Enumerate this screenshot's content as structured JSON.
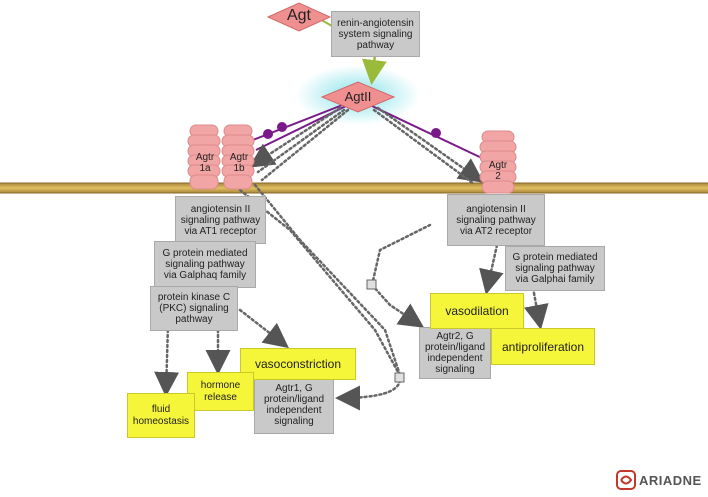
{
  "colors": {
    "membrane": "#c9a444",
    "receptor": "#f2a5a5",
    "ligand": "#f08f8f",
    "process_box": "#c9c9c9",
    "outcome_box": "#f5f53a",
    "binding": "#7a1a8a",
    "glow": "#7fe0e8"
  },
  "nodes": {
    "agt": "Agt",
    "agtii": "AgtII",
    "agtr1a": "Agtr\n1a",
    "agtr1b": "Agtr\n1b",
    "agtr2": "Agtr\n2"
  },
  "processes": {
    "ras": "renin-angiotensin system signaling pathway",
    "at1": "angiotensin II signaling pathway via AT1 receptor",
    "gq": "G protein mediated signaling pathway via Galphaq family",
    "pkc": "protein kinase C (PKC) signaling pathway",
    "agtr1_indep": "Agtr1, G protein/ligand independent signaling",
    "at2": "angiotensin II signaling pathway via AT2 receptor",
    "gi": "G protein mediated signaling pathway via Galphai family",
    "agtr2_indep": "Agtr2, G protein/ligand independent signaling"
  },
  "outcomes": {
    "vasoconstriction": "vasoconstriction",
    "hormone_release": "hormone release",
    "fluid_homeostasis": "fluid homeostasis",
    "vasodilation": "vasodilation",
    "antiproliferation": "antiproliferation"
  },
  "brand": {
    "name": "ARIADNE",
    "icon": "ariadne-logo-icon"
  }
}
